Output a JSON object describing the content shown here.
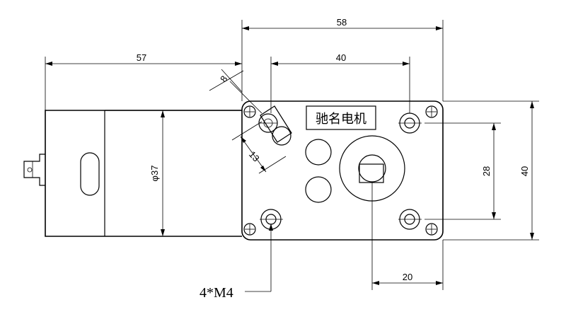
{
  "drawing": {
    "brand_label": "驰名电机",
    "dimensions": {
      "overall_width": "58",
      "motor_length": "57",
      "hole_spacing_horizontal": "40",
      "slot_width": "8",
      "slot_length": "13",
      "motor_diameter": "φ37",
      "hole_spacing_vertical": "28",
      "gearbox_height": "40",
      "shaft_offset": "20"
    },
    "mounting_callout": "4*M4"
  }
}
